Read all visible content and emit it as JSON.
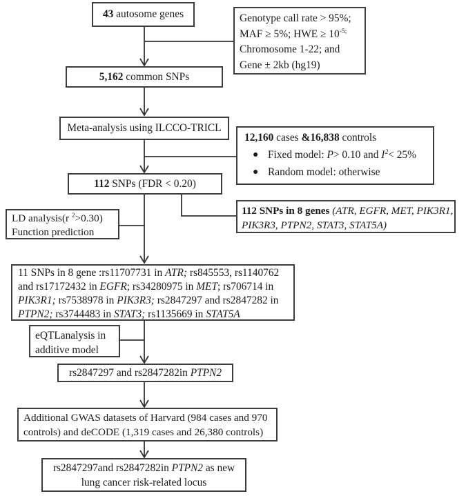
{
  "figure": {
    "kind": "flowchart",
    "ink_color": "#1b1b1b",
    "border_color": "#3c3c3c",
    "background_color": "#ffffff"
  },
  "flow": {
    "autosome": {
      "runs": [
        {
          "t": "43 ",
          "b": 1
        },
        {
          "t": "autosome genes"
        }
      ]
    },
    "criteria": {
      "runs": [
        {
          "t": "Genotype call rate > 95%;\nMAF ≥ 5%; HWE ≥ 10"
        },
        {
          "t": "-5;",
          "sup": 1
        },
        {
          "t": "\nChromosome 1-22; and\nGene ± 2kb (hg19)"
        }
      ]
    },
    "common_snps": {
      "runs": [
        {
          "t": "5,162 ",
          "b": 1
        },
        {
          "t": "common SNPs"
        }
      ]
    },
    "meta": {
      "runs": [
        {
          "t": "Meta-analysis using ILCCO-TRICL"
        }
      ]
    },
    "cases": {
      "heading": {
        "runs": [
          {
            "t": "12,160",
            "b": 1
          },
          {
            "t": " cases "
          },
          {
            "t": "&16,838",
            "b": 1
          },
          {
            "t": " controls"
          }
        ]
      },
      "bullet_char": "●",
      "bullets": [
        {
          "runs": [
            {
              "t": "Fixed model: "
            },
            {
              "t": "P",
              "i": 1
            },
            {
              "t": "> 0.10 and "
            },
            {
              "t": "I",
              "i": 1
            },
            {
              "t": "2",
              "i": 1,
              "sup": 1
            },
            {
              "t": "< 25%"
            }
          ]
        },
        {
          "runs": [
            {
              "t": "Random model: otherwise"
            }
          ]
        }
      ]
    },
    "fdr": {
      "runs": [
        {
          "t": "112 ",
          "b": 1
        },
        {
          "t": "SNPs (FDR < 0.20)"
        }
      ]
    },
    "ld": {
      "runs": [
        {
          "t": "LD analysis(r "
        },
        {
          "t": "2",
          "sup": 1
        },
        {
          "t": ">0.30)\nFunction prediction"
        }
      ]
    },
    "genes8": {
      "runs": [
        {
          "t": "112 SNPs in 8 genes ",
          "b": 1
        },
        {
          "t": "(ATR, EGFR, MET, PIK3R1,\nPIK3R3, PTPN2, STAT3, STAT5A)",
          "i": 1
        }
      ]
    },
    "snps11": {
      "runs": [
        {
          "t": "11 SNPs in 8 gene :rs11707731 in "
        },
        {
          "t": "ATR;",
          "i": 1
        },
        {
          "t": " rs845553, rs1140762\nand rs17172432 in "
        },
        {
          "t": "EGFR",
          "i": 1
        },
        {
          "t": "; rs34280975 in "
        },
        {
          "t": "MET",
          "i": 1
        },
        {
          "t": "; rs706714 in\n"
        },
        {
          "t": "PIK3R1;",
          "i": 1
        },
        {
          "t": " rs7538978 in "
        },
        {
          "t": "PIK3R3;",
          "i": 1
        },
        {
          "t": " rs2847297 and rs2847282 in\n"
        },
        {
          "t": "PTPN2;",
          "i": 1
        },
        {
          "t": " rs3744483 in "
        },
        {
          "t": "STAT3;",
          "i": 1
        },
        {
          "t": " rs1135669 in "
        },
        {
          "t": "STAT5A",
          "i": 1
        }
      ]
    },
    "eqtl": {
      "runs": [
        {
          "t": "eQTLanalysis in\nadditive model"
        }
      ]
    },
    "ptpn2": {
      "runs": [
        {
          "t": "rs2847297 and rs2847282in "
        },
        {
          "t": "PTPN2",
          "i": 1
        }
      ]
    },
    "gwas": {
      "runs": [
        {
          "t": "Additional GWAS datasets of Harvard (984 cases and 970\ncontrols) and deCODE (1,319 cases and 26,380 controls)"
        }
      ]
    },
    "final": {
      "runs": [
        {
          "t": "rs2847297and rs2847282in "
        },
        {
          "t": "PTPN2",
          "i": 1
        },
        {
          "t": " as new\nlung cancer risk-related locus"
        }
      ]
    }
  }
}
